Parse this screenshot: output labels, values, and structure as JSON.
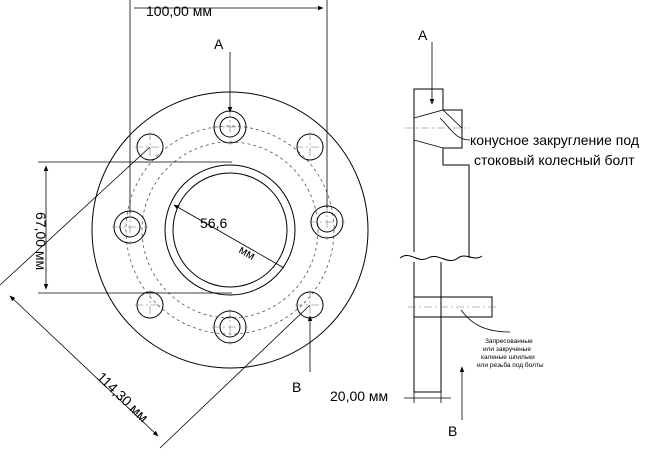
{
  "labels": {
    "dim_bolt_spacing": "100,00 мм",
    "dim_vertical": "67,00 мм",
    "dim_pcd": "114,30 мм",
    "dim_bore": "56,6",
    "dim_bore_unit": "мм",
    "section_a_top": "A",
    "section_b_bottom": "B",
    "side_a_top": "A",
    "side_b_bottom": "B",
    "dim_thickness": "20,00 мм",
    "note_cone_line1": "конусное закругление под",
    "note_cone_line2": "стоковый колесный болт",
    "note_studs_line1": "Запресованные",
    "note_studs_line2": "или закрученые",
    "note_studs_line3": "каленые шпильки",
    "note_studs_line4": "или резьба под болты"
  },
  "icons": {
    "arrow": "arrowhead"
  }
}
